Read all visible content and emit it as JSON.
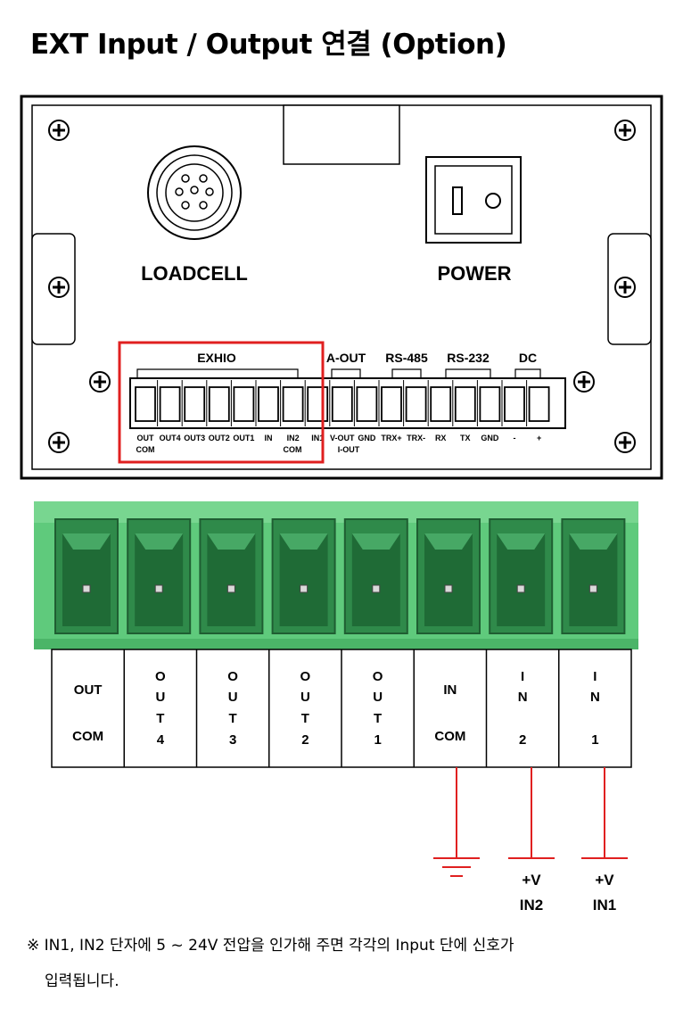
{
  "title": "EXT Input / Output 연결 (Option)",
  "panel": {
    "loadcell_label": "LOADCELL",
    "power_label": "POWER",
    "group_labels": [
      "EXHIO",
      "A-OUT",
      "RS-485",
      "RS-232",
      "DC"
    ],
    "pin_labels_row1": [
      "OUT",
      "OUT4",
      "OUT3",
      "OUT2",
      "OUT1",
      "IN",
      "IN2",
      "IN1",
      "V-OUT",
      "GND",
      "TRX+",
      "TRX-",
      "RX",
      "TX",
      "GND",
      "-",
      "+"
    ],
    "pin_labels_row2": [
      "COM",
      "COM",
      "I-OUT"
    ]
  },
  "terminals": [
    {
      "lines": [
        "OUT",
        "COM"
      ]
    },
    {
      "lines": [
        "O",
        "U",
        "T",
        "4"
      ]
    },
    {
      "lines": [
        "O",
        "U",
        "T",
        "3"
      ]
    },
    {
      "lines": [
        "O",
        "U",
        "T",
        "2"
      ]
    },
    {
      "lines": [
        "O",
        "U",
        "T",
        "1"
      ]
    },
    {
      "lines": [
        "IN",
        "COM"
      ]
    },
    {
      "lines": [
        "I",
        "N",
        "",
        "2"
      ]
    },
    {
      "lines": [
        "I",
        "N",
        "",
        "1"
      ]
    }
  ],
  "wiring": {
    "in2_label": [
      "+V",
      "IN2"
    ],
    "in1_label": [
      "+V",
      "IN1"
    ]
  },
  "note": {
    "line1": "※ IN1, IN2 단자에 5 ~ 24V 전압을 인가해 주면 각각의 Input 단에 신호가",
    "line2": "입력됩니다."
  },
  "colors": {
    "terminal_green": "#5fca7c",
    "highlight_red": "#e02020",
    "wire_red": "#e02020"
  }
}
